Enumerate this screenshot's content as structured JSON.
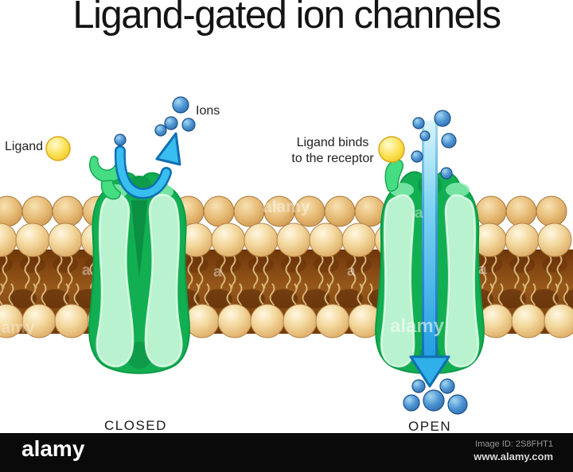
{
  "title": "Ligand-gated ion channels",
  "labels": {
    "ligand": "Ligand",
    "ions": "Ions",
    "binds_line1": "Ligand binds",
    "binds_line2": "to the receptor",
    "closed": "CLOSED",
    "open": "OPEN"
  },
  "watermark": {
    "brand": "alamy",
    "tile": "a",
    "image_id": "Image ID: 2S8FHT1",
    "url": "www.alamy.com"
  },
  "colors": {
    "channel_green_outline": "#12AE52",
    "channel_green_dark": "#0E9C4A",
    "channel_light_interior": "#B9F2CE",
    "receptor_green": "#45DC82",
    "membrane_head_tan": "#EFC883",
    "membrane_core_brown": "#8A4A14",
    "tail_khaki": "#E0C080",
    "ion_blue": "#3E85C6",
    "ligand_yellow": "#FBDE4C",
    "arrow_blue": "#2FB0E8",
    "bar_black": "#0A0A0A"
  }
}
